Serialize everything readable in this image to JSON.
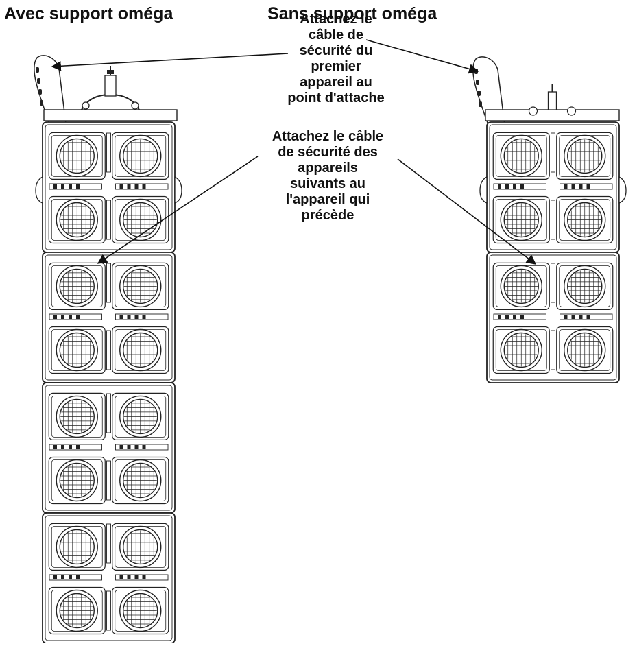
{
  "headings": {
    "with_omega": "Avec support oméga",
    "without_omega": "Sans support oméga"
  },
  "callouts": {
    "first_unit": [
      "Attachez le",
      "câble de",
      "sécurité du",
      "premier",
      "appareil au",
      "point d'attache"
    ],
    "following_units": [
      "Attachez le câble",
      "de sécurité des",
      "appareils",
      "suivants au",
      "l'appareil qui",
      "précède"
    ]
  },
  "colors": {
    "ink": "#111111",
    "paper": "#ffffff"
  }
}
